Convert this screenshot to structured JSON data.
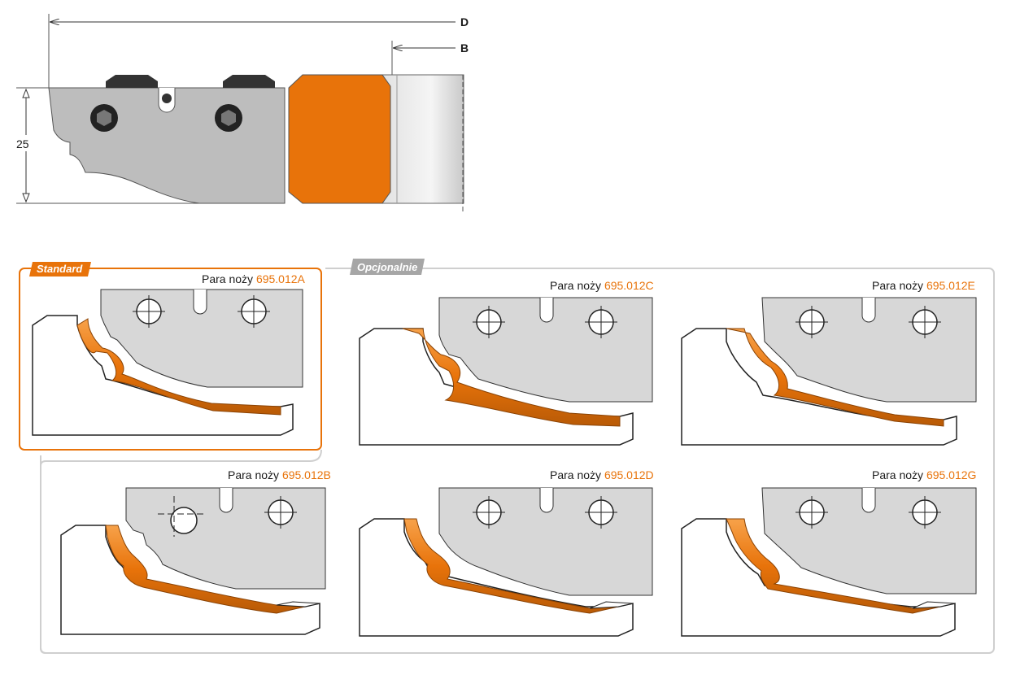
{
  "dimensions": {
    "d_label": "D",
    "b_label": "B",
    "height_label": "25"
  },
  "colors": {
    "accent": "#e8730a",
    "knife": "#d7d7d7",
    "tool_gray": "#bdbdbd",
    "panel_border": "#cfcfcf"
  },
  "groups": {
    "standard_label": "Standard",
    "optional_label": "Opcjonalnie"
  },
  "profiles": [
    {
      "label": "Para noży",
      "code": "695.012A"
    },
    {
      "label": "Para noży",
      "code": "695.012C"
    },
    {
      "label": "Para noży",
      "code": "695.012E"
    },
    {
      "label": "Para noży",
      "code": "695.012B"
    },
    {
      "label": "Para noży",
      "code": "695.012D"
    },
    {
      "label": "Para noży",
      "code": "695.012G"
    }
  ]
}
